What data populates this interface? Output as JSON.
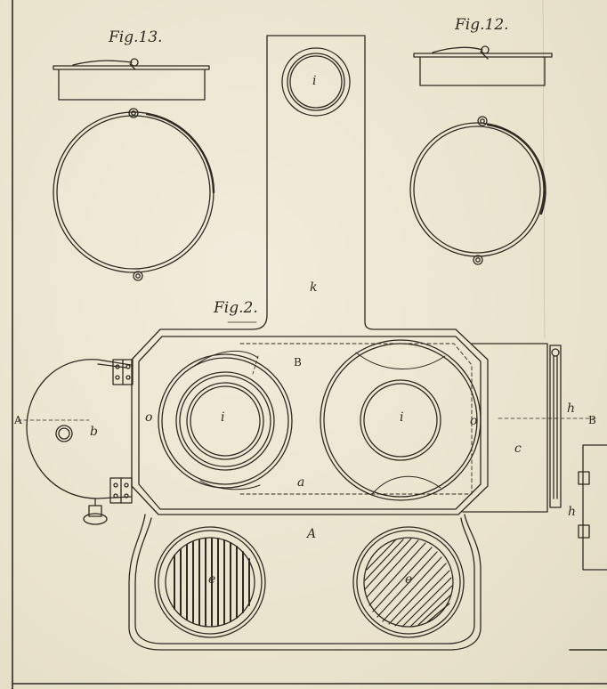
{
  "figures": {
    "fig13": "Fig.13.",
    "fig12": "Fig.12.",
    "fig2": "Fig.2."
  },
  "letters": {
    "i_top": "i",
    "k": "k",
    "B_inner": "B",
    "a": "a",
    "i_left": "i",
    "i_right": "i",
    "o_left": "o",
    "o_right": "o",
    "b": "b",
    "c": "c",
    "A_left": "A",
    "A_bottom": "A",
    "h_top": "h",
    "h_bottom": "h",
    "B_right": "B",
    "e_left": "e",
    "e_right": "e"
  },
  "colors": {
    "ink": "#2e2a22",
    "paper": "#ece6d2"
  }
}
